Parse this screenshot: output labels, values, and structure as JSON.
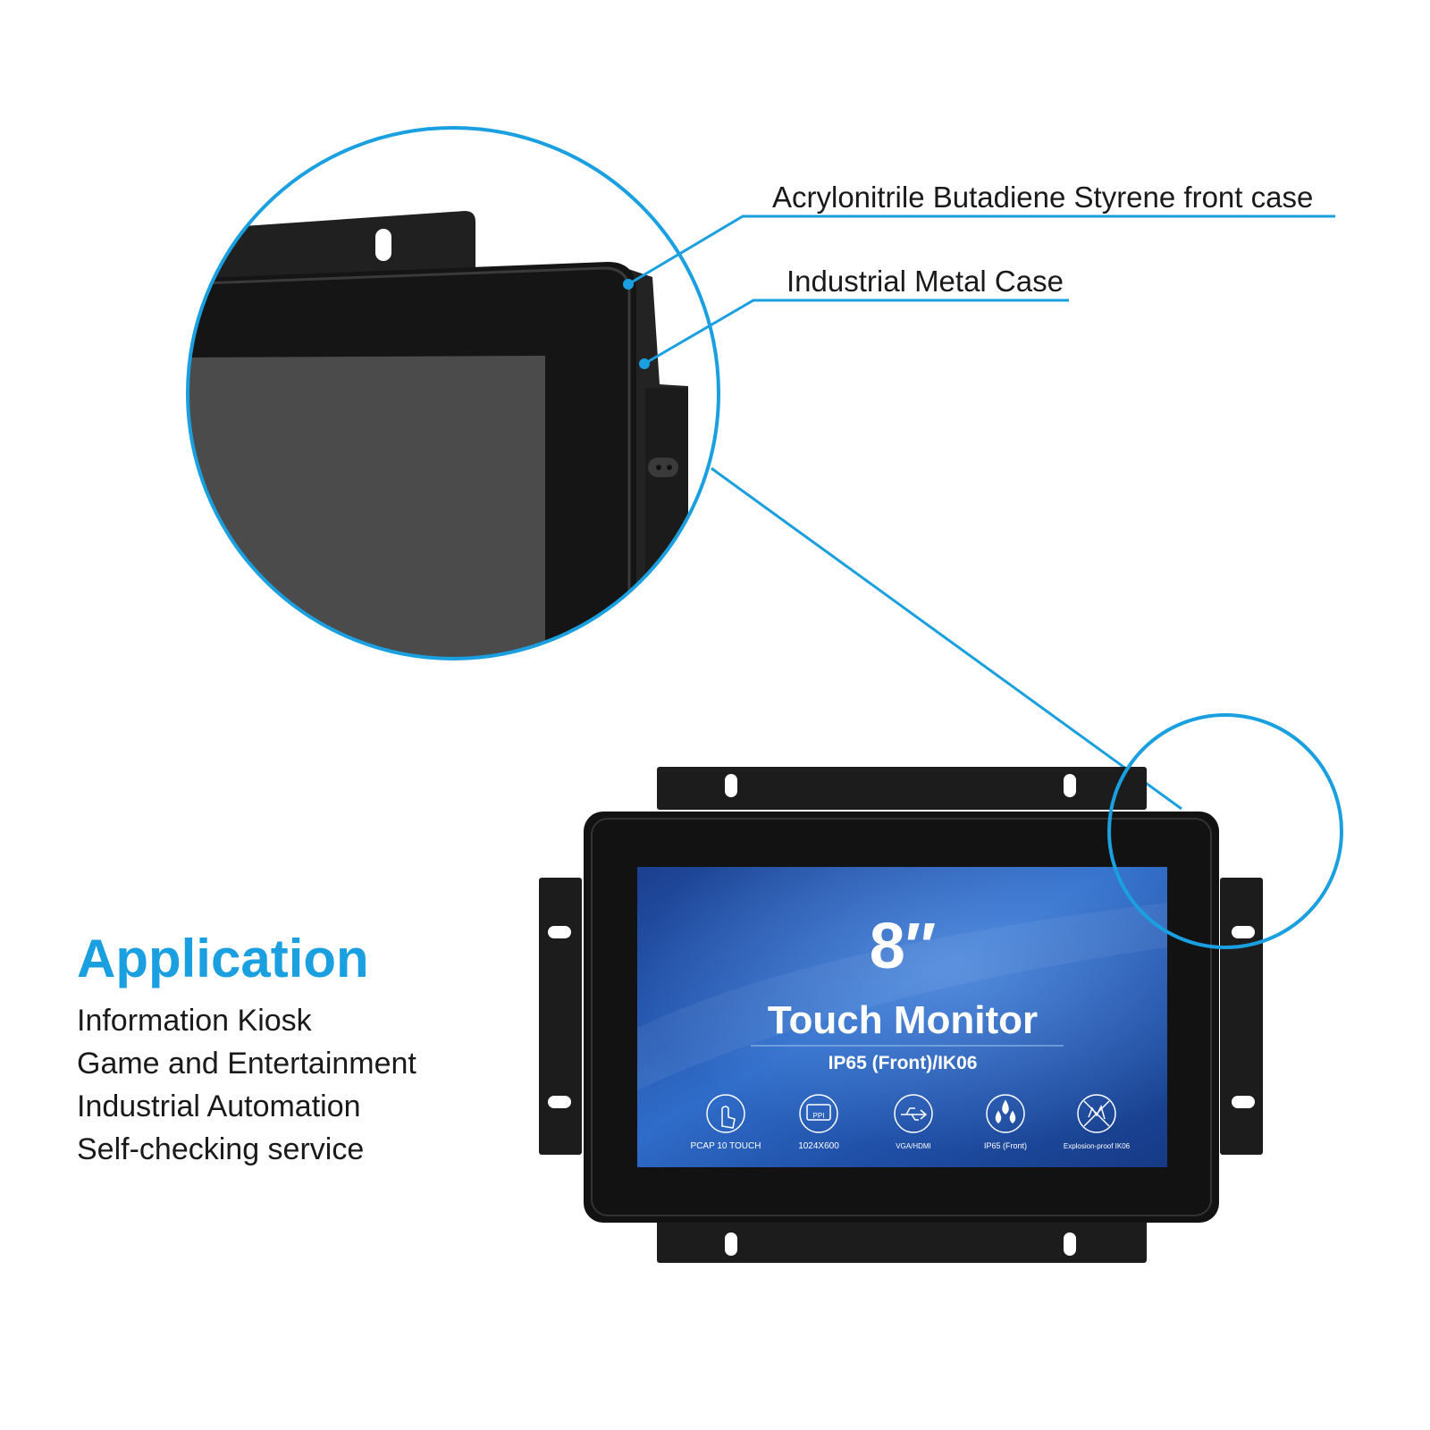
{
  "callouts": {
    "abs_case": "Acrylonitrile Butadiene Styrene front case",
    "metal_case": "Industrial Metal Case"
  },
  "application": {
    "title": "Application",
    "items": [
      "Information Kiosk",
      "Game and Entertainment",
      "Industrial Automation",
      "Self-checking service"
    ]
  },
  "screen": {
    "size": "8″",
    "title": "Touch Monitor",
    "subtitle": "IP65 (Front)/IK06",
    "features": [
      {
        "label": "PCAP 10 TOUCH",
        "icon": "touch-icon"
      },
      {
        "label": "1024X600",
        "icon": "ppi-icon",
        "icon_text": "PPI"
      },
      {
        "label": "VGA/HDMI",
        "icon": "usb-icon"
      },
      {
        "label": "IP65 (Front)",
        "icon": "water-drops-icon"
      },
      {
        "label": "Explosion-proof IK06",
        "icon": "explosion-proof-icon"
      }
    ]
  },
  "colors": {
    "accent": "#1aa0e0",
    "case": "#1c1c1c",
    "screen_blue": "#1e4fa8"
  }
}
